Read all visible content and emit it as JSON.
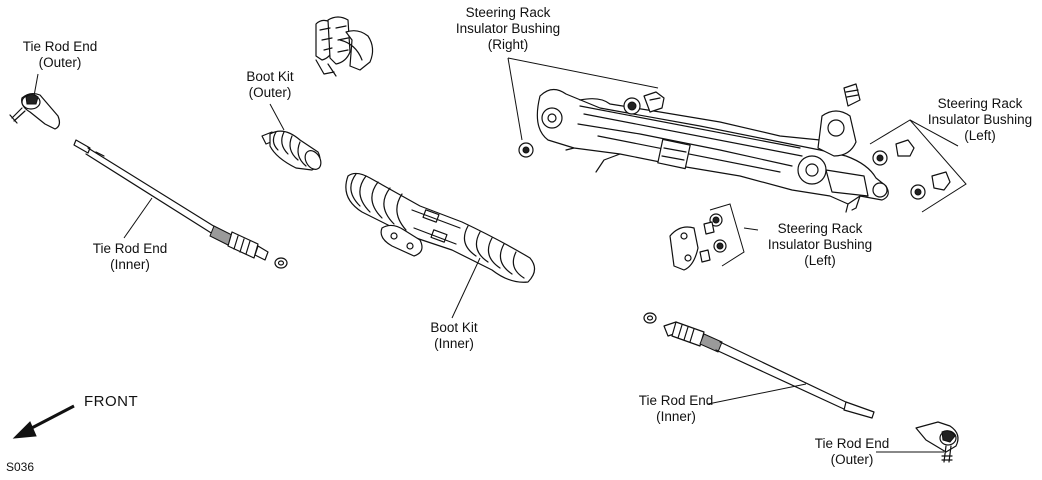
{
  "labels": {
    "tie_rod_end_outer_left": [
      "Tie Rod End",
      "(Outer)"
    ],
    "boot_kit_outer": [
      "Boot Kit",
      "(Outer)"
    ],
    "insulator_bushing_right": [
      "Steering Rack",
      "Insulator Bushing",
      "(Right)"
    ],
    "insulator_bushing_left_upper": [
      "Steering Rack",
      "Insulator Bushing",
      "(Left)"
    ],
    "tie_rod_end_inner_left": [
      "Tie Rod End",
      "(Inner)"
    ],
    "insulator_bushing_left_lower": [
      "Steering Rack",
      "Insulator Bushing",
      "(Left)"
    ],
    "boot_kit_inner": [
      "Boot Kit",
      "(Inner)"
    ],
    "tie_rod_end_inner_right": [
      "Tie Rod End",
      "(Inner)"
    ],
    "tie_rod_end_outer_right": [
      "Tie Rod End",
      "(Outer)"
    ]
  },
  "front_label": "FRONT",
  "figure_code": "S036"
}
